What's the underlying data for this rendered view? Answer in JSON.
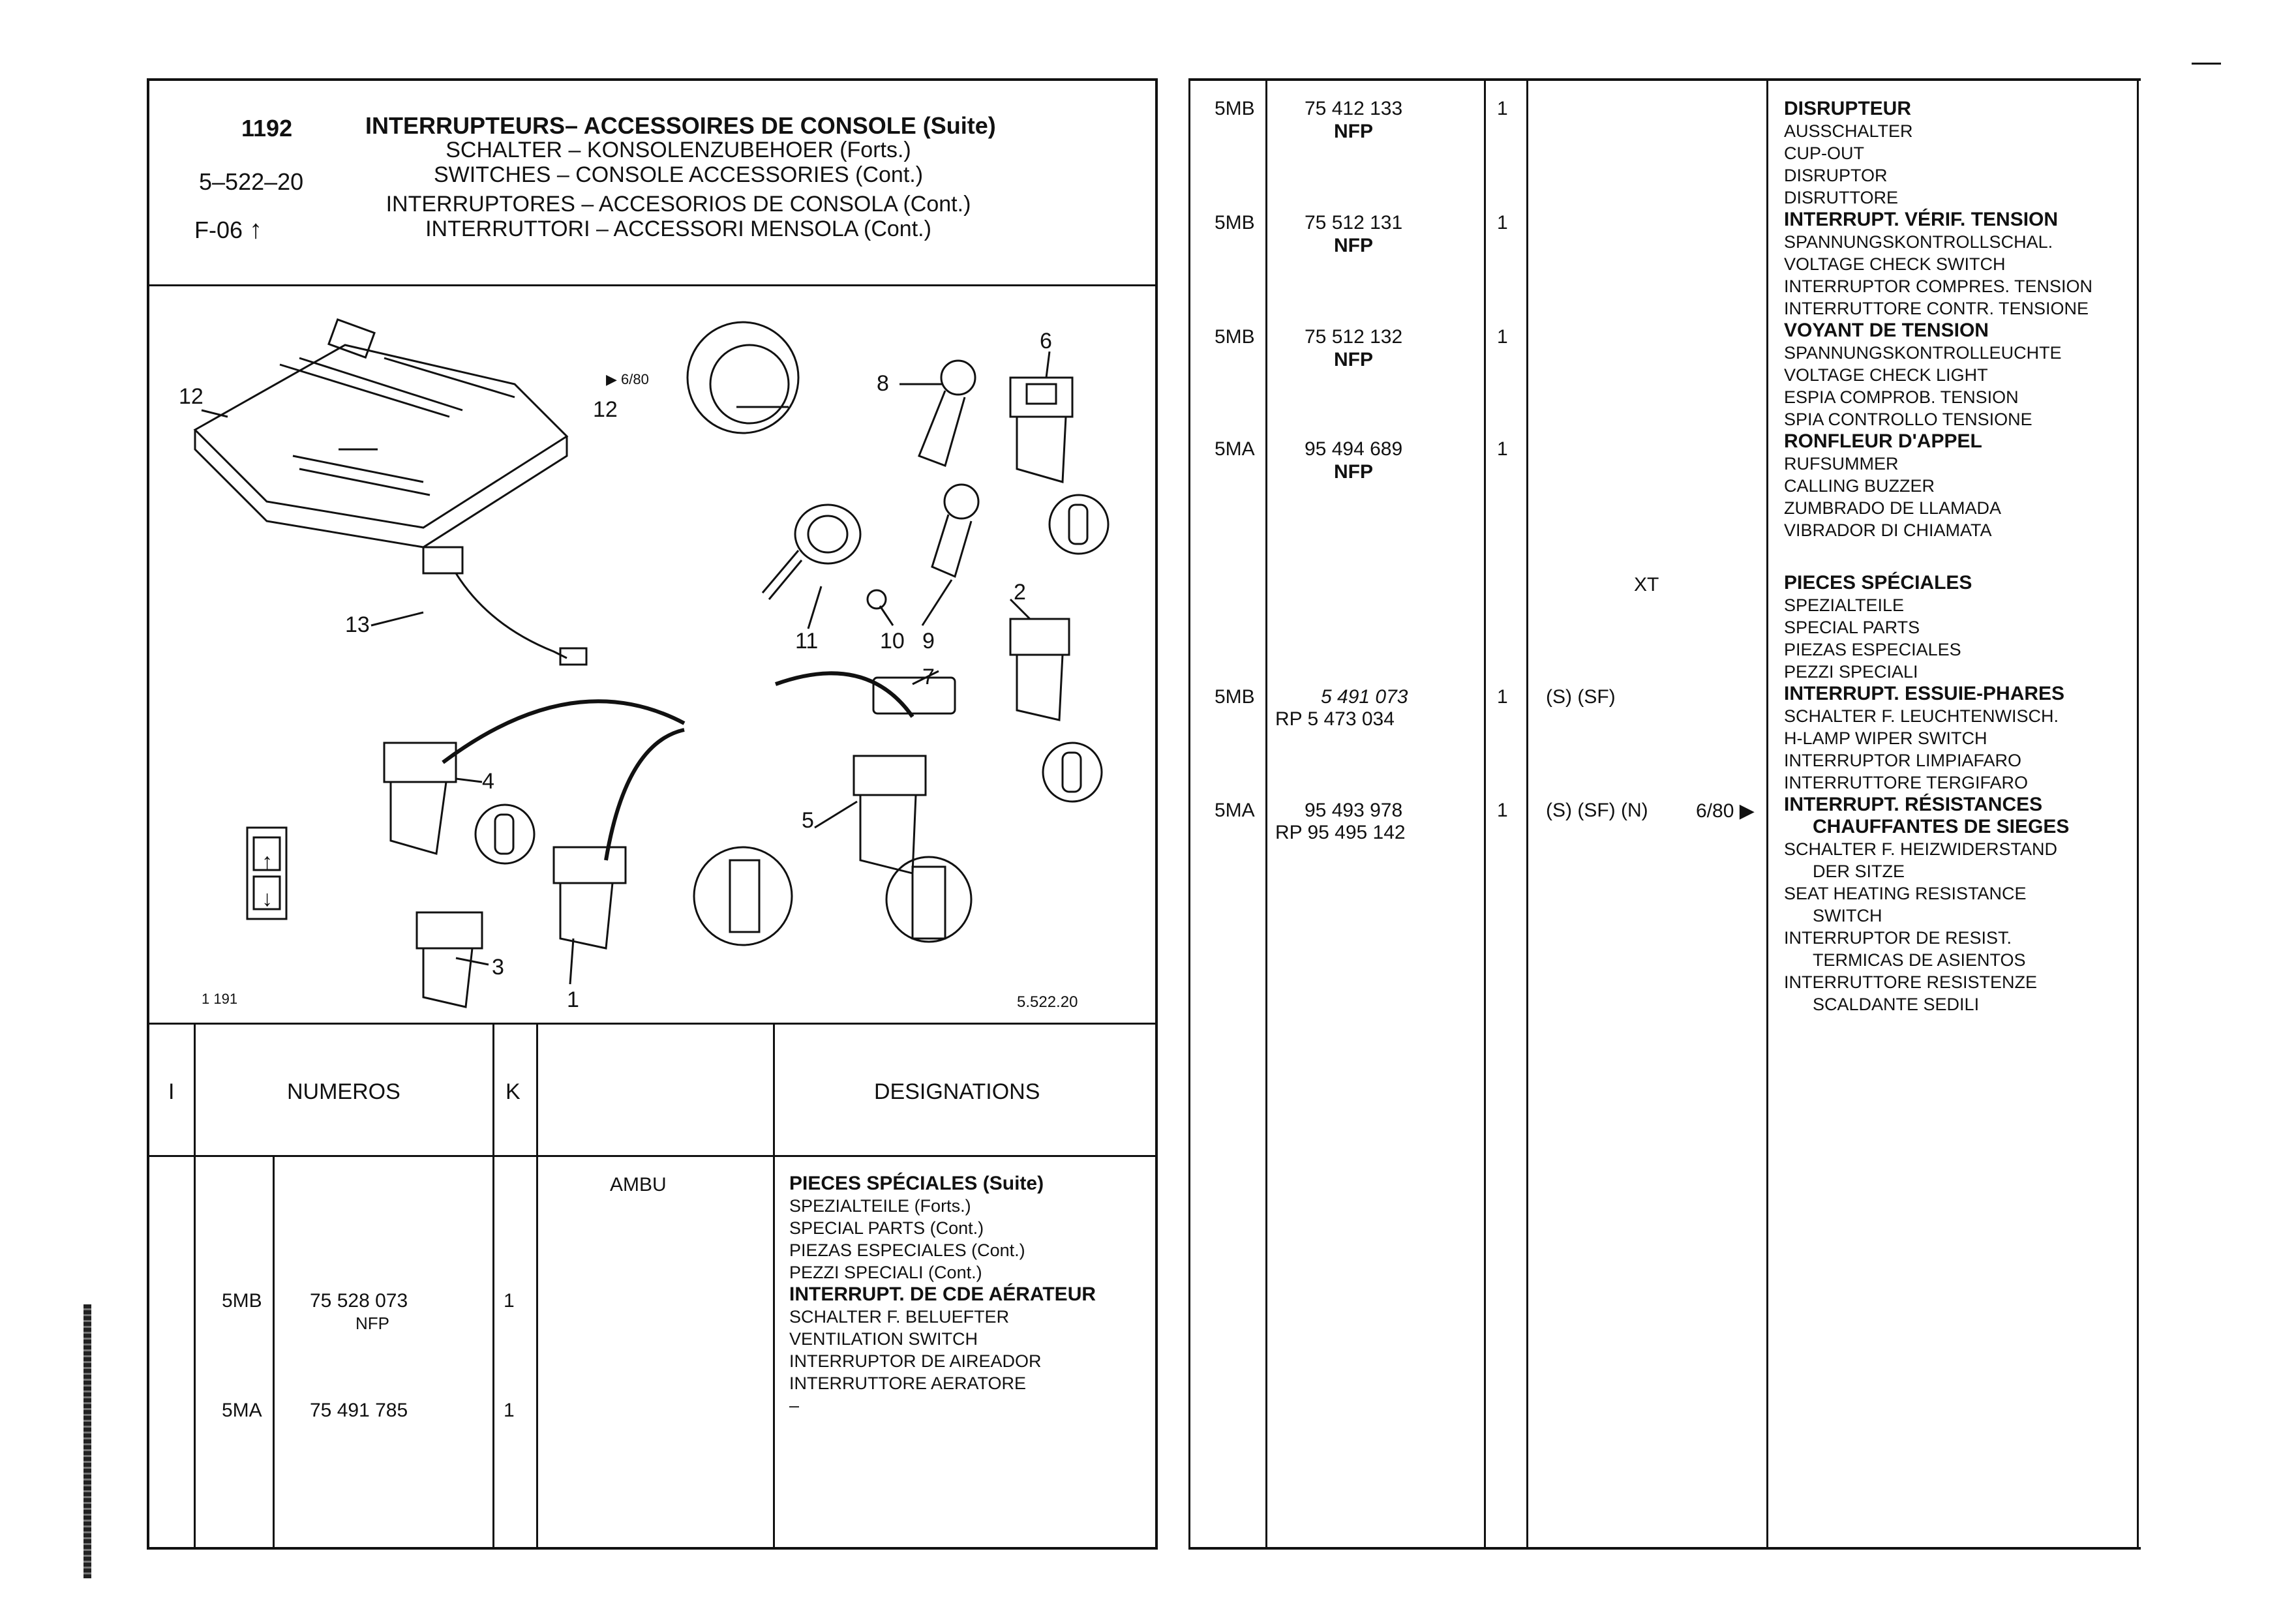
{
  "header": {
    "page_no": "1192",
    "section_code": "5–522–20",
    "figure_code": "F-06",
    "titles": [
      "INTERRUPTEURS– ACCESSOIRES DE CONSOLE (Suite)",
      "SCHALTER – KONSOLENZUBEHOER (Forts.)",
      "SWITCHES – CONSOLE ACCESSORIES (Cont.)",
      "INTERRUPTORES – ACCESORIOS DE CONSOLA (Cont.)",
      "INTERRUTTORI – ACCESSORI MENSOLA (Cont.)"
    ]
  },
  "illustration": {
    "callouts": [
      "12",
      "8",
      "6",
      "12",
      "2",
      "13",
      "11",
      "10",
      "9",
      "7",
      "4",
      "5",
      "1",
      "3"
    ],
    "ref_left": "1 191",
    "ref_right": "5.522.20",
    "date_note_a": "▶ 6/80",
    "date_note_b": "6/80 ▶"
  },
  "table_header": {
    "col_i": "I",
    "col_numeros": "NUMEROS",
    "col_k": "K",
    "col_designations": "DESIGNATIONS"
  },
  "left_rows": {
    "group_label": "AMBU",
    "group_desc": [
      "PIECES SPÉCIALES (Suite)",
      "SPEZIALTEILE (Forts.)",
      "SPECIAL PARTS (Cont.)",
      "PIEZAS ESPECIALES (Cont.)",
      "PEZZI SPECIALI (Cont.)"
    ],
    "items": [
      {
        "code": "5MB",
        "number": "75 528 073",
        "sub": "NFP",
        "qty": "1",
        "desc": [
          "INTERRUPT. DE CDE AÉRATEUR",
          "SCHALTER F. BELUEFTER",
          "VENTILATION SWITCH",
          "INTERRUPTOR DE AIREADOR",
          "INTERRUTTORE AERATORE"
        ]
      },
      {
        "code": "5MA",
        "number": "75 491 785",
        "sub": "",
        "qty": "1",
        "desc": [
          "–"
        ]
      }
    ]
  },
  "right_rows": [
    {
      "code": "5MB",
      "number": "75 412 133",
      "sub": "NFP",
      "qty": "1",
      "desc": [
        "DISRUPTEUR",
        "AUSSCHALTER",
        "CUP-OUT",
        "DISRUPTOR",
        "DISRUTTORE"
      ]
    },
    {
      "code": "5MB",
      "number": "75 512 131",
      "sub": "NFP",
      "qty": "1",
      "desc": [
        "INTERRUPT. VÉRIF. TENSION",
        "SPANNUNGSKONTROLLSCHAL.",
        "VOLTAGE CHECK SWITCH",
        "INTERRUPTOR COMPRES. TENSION",
        "INTERRUTTORE CONTR. TENSIONE"
      ]
    },
    {
      "code": "5MB",
      "number": "75 512 132",
      "sub": "NFP",
      "qty": "1",
      "desc": [
        "VOYANT DE TENSION",
        "SPANNUNGSKONTROLLEUCHTE",
        "VOLTAGE CHECK LIGHT",
        "ESPIA COMPROB. TENSION",
        "SPIA CONTROLLO TENSIONE"
      ]
    },
    {
      "code": "5MA",
      "number": "95 494 689",
      "sub": "NFP",
      "qty": "1",
      "desc": [
        "RONFLEUR D'APPEL",
        "RUFSUMMER",
        "CALLING BUZZER",
        "ZUMBRADO DE LLAMADA",
        "VIBRADOR DI CHIAMATA"
      ]
    },
    {
      "code": "",
      "number": "",
      "sub": "",
      "qty": "",
      "model": "XT",
      "desc": [
        "PIECES SPÉCIALES",
        "SPEZIALTEILE",
        "SPECIAL PARTS",
        "PIEZAS ESPECIALES",
        "PEZZI SPECIALI"
      ]
    },
    {
      "code": "5MB",
      "number": "5 491 073",
      "sub": "RP 5 473 034",
      "qty": "1",
      "model": "(S) (SF)",
      "desc": [
        "INTERRUPT. ESSUIE-PHARES",
        "SCHALTER F. LEUCHTENWISCH.",
        "H-LAMP WIPER SWITCH",
        "INTERRUPTOR LIMPIAFARO",
        "INTERRUTTORE TERGIFARO"
      ]
    },
    {
      "code": "5MA",
      "number": "95 493 978",
      "sub": "RP 95 495 142",
      "qty": "1",
      "model": "(S) (SF) (N)",
      "desc": [
        "INTERRUPT. RÉSISTANCES",
        "CHAUFFANTES DE SIEGES",
        "SCHALTER F. HEIZWIDERSTAND",
        "DER SITZE",
        "SEAT HEATING RESISTANCE",
        "SWITCH",
        "INTERRUPTOR DE RESIST.",
        "TERMICAS DE ASIENTOS",
        "INTERRUTTORE RESISTENZE",
        "SCALDANTE SEDILI"
      ]
    }
  ]
}
